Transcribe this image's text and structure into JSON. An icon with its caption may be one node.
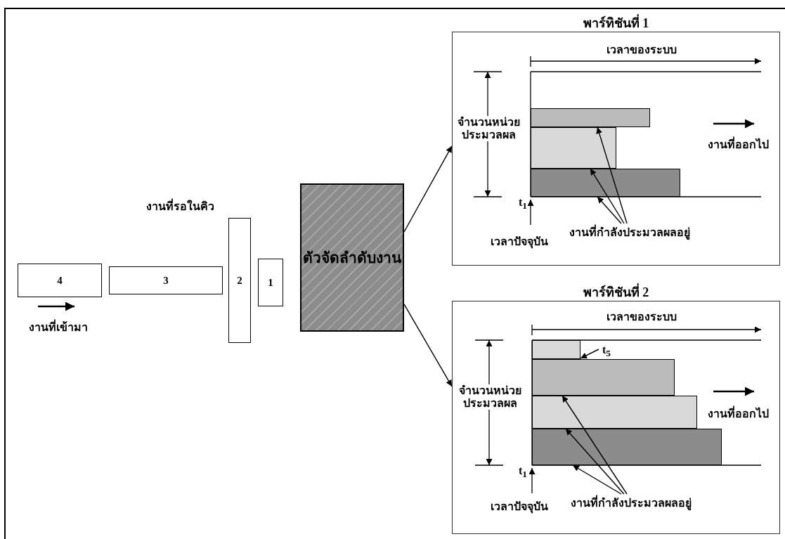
{
  "diagram": {
    "nodes": [
      {
        "text": [
          "4"
        ]
      },
      {
        "text": [
          "3"
        ]
      },
      {
        "text": [
          "2"
        ]
      },
      {
        "text": [
          "1"
        ]
      },
      {
        "text": [
          "ตัวจัดลำดับงาน"
        ]
      },
      {
        "text": [
          "พาร์ทิชันที่ 1"
        ]
      },
      {
        "text": [],
        "shape": "bar",
        "in": 5
      },
      {
        "text": [],
        "shape": "bar",
        "in": 5
      },
      {
        "text": [],
        "shape": "bar",
        "in": 5
      },
      {
        "text": [
          "งานที่กำลังประมวลผลอยู่"
        ],
        "in": 5
      },
      {
        "text": [
          "พาร์ทิชันที่ 2"
        ]
      },
      {
        "text": [],
        "shape": "bar",
        "in": 10
      },
      {
        "text": [],
        "shape": "bar",
        "in": 10
      },
      {
        "text": [],
        "shape": "bar",
        "in": 10
      },
      {
        "text": [],
        "shape": "bar",
        "in": 10
      },
      {
        "text": [
          "t$_{5}$"
        ],
        "in": 10
      },
      {
        "text": [
          "งานที่กำลังประมวลผลอยู่"
        ],
        "in": 10
      }
    ],
    "edges": [
      {
        "from": 4,
        "to": 5,
        "arrow": "to"
      },
      {
        "from": 4,
        "to": 10,
        "arrow": "to"
      },
      {
        "from": 9,
        "to": 6,
        "arrow": "to"
      },
      {
        "from": 9,
        "to": 7,
        "arrow": "to"
      },
      {
        "from": 9,
        "to": 8,
        "arrow": "to"
      },
      {
        "from": 15,
        "to": 11,
        "arrow": "to"
      },
      {
        "from": 16,
        "to": 12,
        "arrow": "to"
      },
      {
        "from": 16,
        "to": 13,
        "arrow": "to"
      },
      {
        "from": 16,
        "to": 14,
        "arrow": "to"
      }
    ],
    "labels": [
      "งานที่รอในคิว",
      "งานที่เข้ามา",
      "เวลาของระบบ",
      "จำนวนหน่วย ประมวลผล",
      "งานที่ออกไป",
      "t$_{1}$",
      "เวลาปัจจุบัน",
      "เวลาของระบบ",
      "จำนวนหน่วย ประมวลผล",
      "งานที่ออกไป",
      "t$_{1}$",
      "เวลาปัจจุบัน"
    ]
  }
}
